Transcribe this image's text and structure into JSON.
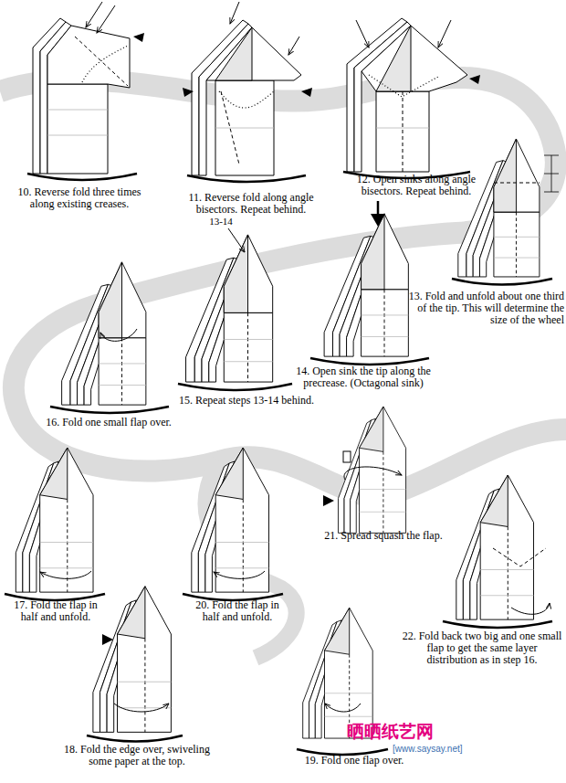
{
  "diagram": {
    "labels": [
      "10. Reverse fold three times along existing creases.",
      "11. Reverse fold along angle bisectors. Repeat behind.",
      "12. Open sinks along angle bisectors. Repeat behind.",
      "13. Fold and unfold about one third of the tip. This will determine the size of the wheel",
      "14. Open sink the tip along the precrease. (Octagonal sink)",
      "13-14",
      "15. Repeat steps 13-14 behind.",
      "16. Fold one small flap over.",
      "21. Spread squash the flap.",
      "17. Fold the flap in half and unfold.",
      "20. Fold the flap in half and unfold.",
      "22. Fold back two big and one small flap to get the same layer distribution as in step 16.",
      "18. Fold the edge over, swiveling some paper at the top.",
      "19. Fold one flap over.",
      "晒晒纸艺网",
      "[www.saysay.net]"
    ]
  }
}
